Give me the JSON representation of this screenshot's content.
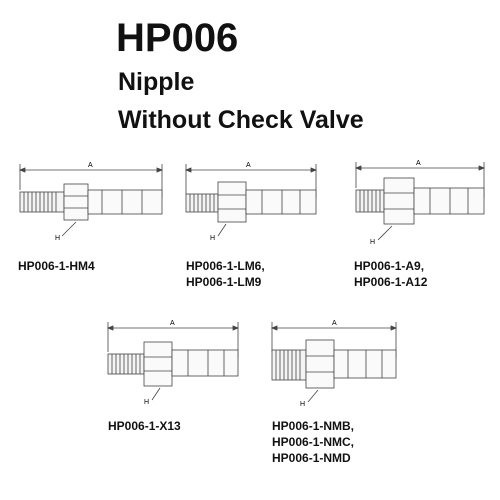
{
  "header": {
    "part_number": "HP006",
    "line1": "Nipple",
    "line2": "Without Check Valve"
  },
  "dimension_labels": {
    "length": "A",
    "hex": "H"
  },
  "fittings": [
    {
      "id": "hm4",
      "labels": [
        "HP006-1-HM4"
      ]
    },
    {
      "id": "lm",
      "labels": [
        "HP006-1-LM6,",
        "HP006-1-LM9"
      ]
    },
    {
      "id": "a",
      "labels": [
        "HP006-1-A9,",
        "HP006-1-A12"
      ]
    },
    {
      "id": "x13",
      "labels": [
        "HP006-1-X13"
      ]
    },
    {
      "id": "nm",
      "labels": [
        "HP006-1-NMB,",
        "HP006-1-NMC,",
        "HP006-1-NMD"
      ]
    }
  ]
}
